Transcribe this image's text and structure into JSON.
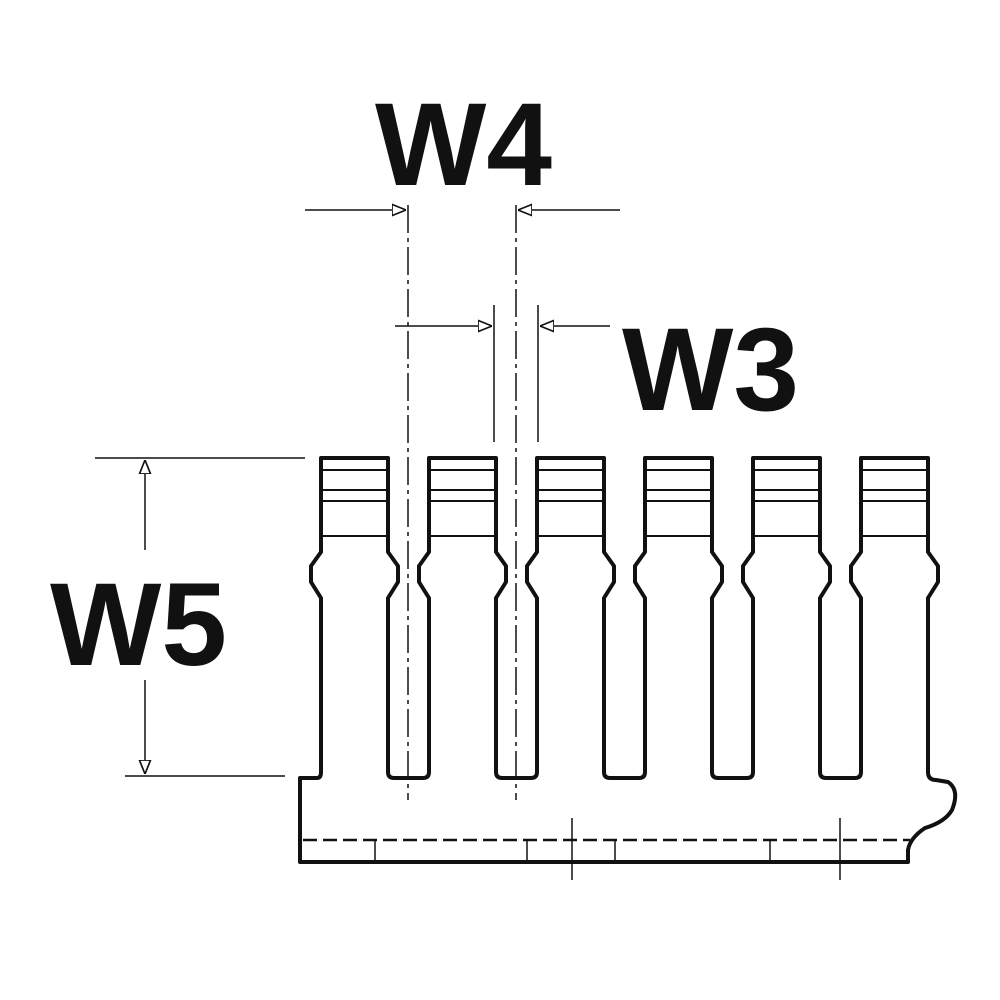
{
  "labels": {
    "w4": "W4",
    "w3": "W3",
    "w5": "W5"
  },
  "finger_count": 6,
  "colors": {
    "line": "#111111",
    "background": "#ffffff"
  }
}
